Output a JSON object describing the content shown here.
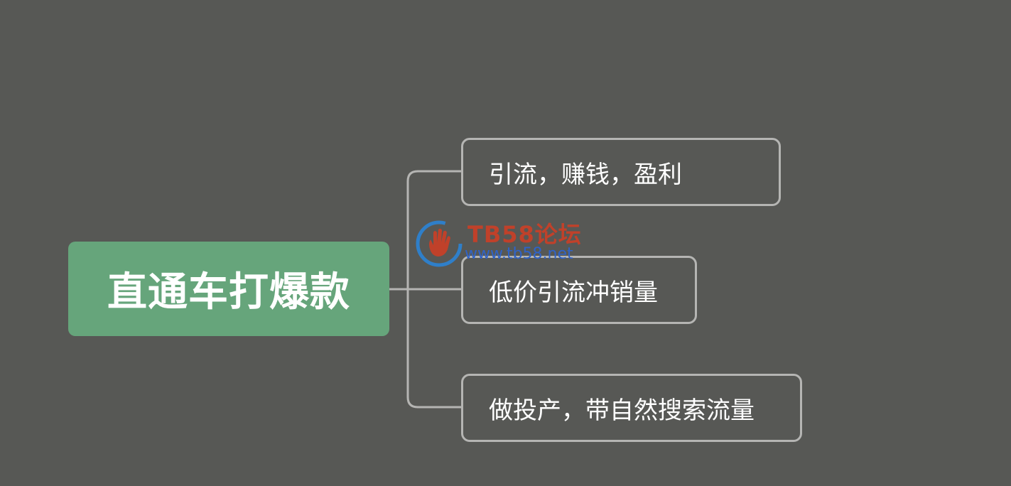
{
  "mindmap": {
    "root": {
      "label": "直通车打爆款",
      "color": "#66a57b"
    },
    "children": [
      {
        "label": "引流，赚钱，盈利"
      },
      {
        "label": "低价引流冲销量"
      },
      {
        "label": "做投产，带自然搜索流量"
      }
    ],
    "background_color": "#575855",
    "connector_color": "#b5b5b3"
  },
  "watermark": {
    "title": "TB58论坛",
    "url": "www.tb58.net",
    "icon": "hand-logo-icon"
  }
}
